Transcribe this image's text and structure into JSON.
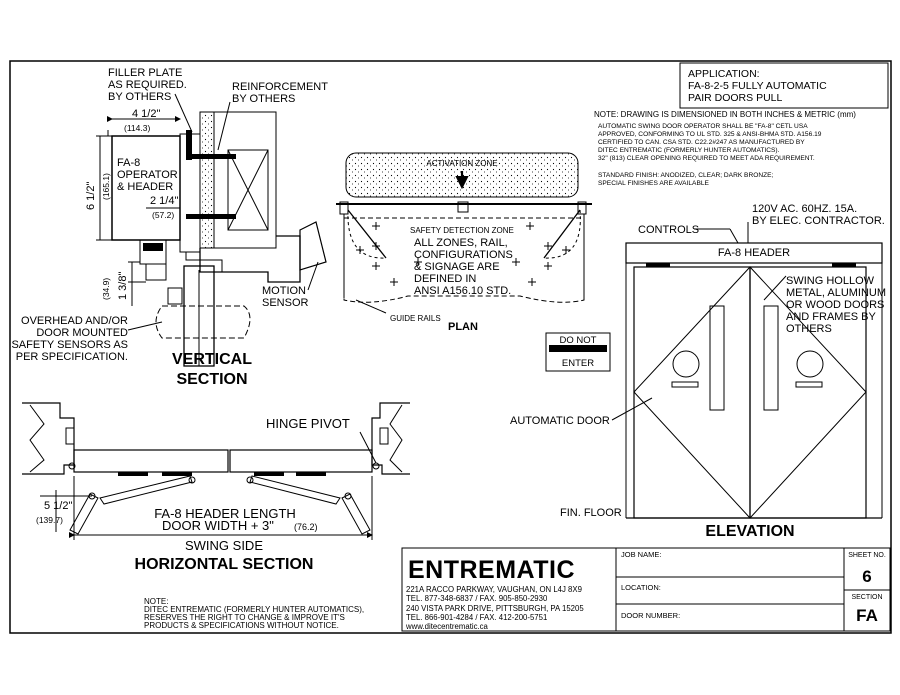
{
  "application": {
    "label": "APPLICATION:",
    "line1": "FA-8-2-5 FULLY AUTOMATIC",
    "line2": "PAIR DOORS PULL"
  },
  "notes": [
    "NOTE: DRAWING IS DIMENSIONED IN BOTH INCHES & METRIC (mm)",
    "AUTOMATIC SWING DOOR OPERATOR SHALL BE \"FA-8\" CETL USA",
    "APPROVED, CONFORMING TO UL STD. 325 & ANSI-BHMA STD. A156.19",
    "CERTIFIED TO CAN. CSA STD. C22.2#247 AS MANUFACTURED BY",
    "DITEC ENTREMATIC (FORMERLY HUNTER AUTOMATICS).",
    "32\" (813) CLEAR OPENING REQUIRED TO MEET ADA REQUIREMENT.",
    "STANDARD FINISH:  ANODIZED,  CLEAR; DARK BRONZE;",
    "SPECIAL FINISHES ARE AVAILABLE"
  ],
  "vertical_section": {
    "title1": "VERTICAL",
    "title2": "SECTION",
    "filler1": "FILLER PLATE",
    "filler2": "AS REQUIRED.",
    "filler3": "BY OTHERS",
    "reinf1": "REINFORCEMENT",
    "reinf2": "BY OTHERS",
    "dim_width": "4 1/2\"",
    "dim_width_mm": "(114.3)",
    "op1": "FA-8",
    "op2": "OPERATOR",
    "op3": "& HEADER",
    "dim_h": "6 1/2\"",
    "dim_h_mm": "(165.1)",
    "dim_arm": "2 1/4\"",
    "dim_arm_mm": "(57.2)",
    "dim_low": "1 3/8\"",
    "dim_low_mm": "(34.9)",
    "sens1": "OVERHEAD AND/OR",
    "sens2": "DOOR MOUNTED",
    "sens3": "SAFETY SENSORS AS",
    "sens4": "PER SPECIFICATION.",
    "motion1": "MOTION",
    "motion2": "SENSOR"
  },
  "plan": {
    "activation": "ACTIVATION ZONE",
    "safety": "SAFETY DETECTION ZONE",
    "zones1": "ALL ZONES, RAIL,",
    "zones2": "CONFIGURATIONS",
    "zones3": "& SIGNAGE ARE",
    "zones4": "DEFINED IN",
    "zones5": "ANSI A156.10 STD.",
    "guide": "GUIDE RAILS",
    "title": "PLAN"
  },
  "elevation": {
    "controls": "CONTROLS",
    "power1": "120V AC. 60HZ. 15A.",
    "power2": "BY ELEC. CONTRACTOR.",
    "header": "FA-8 HEADER",
    "swing1": "SWING HOLLOW",
    "swing2": "METAL, ALUMINUM",
    "swing3": "OR WOOD DOORS",
    "swing4": "AND FRAMES BY",
    "swing5": "OTHERS",
    "sign_top": "DO NOT",
    "sign_bottom": "ENTER",
    "auto_door": "AUTOMATIC DOOR",
    "floor": "FIN. FLOOR",
    "title": "ELEVATION"
  },
  "horizontal_section": {
    "hinge": "HINGE PIVOT",
    "dim": "5 1/2\"",
    "dim_mm": "(139.7)",
    "header1": "FA-8 HEADER LENGTH",
    "header2a": "DOOR WIDTH + 3\"",
    "header2b": "(76.2)",
    "swing_side": "SWING SIDE",
    "title": "HORIZONTAL SECTION"
  },
  "footnote": [
    "NOTE:",
    "DITEC ENTREMATIC (FORMERLY HUNTER AUTOMATICS),",
    "RESERVES THE RIGHT  TO CHANGE & IMPROVE IT'S",
    "PRODUCTS & SPECIFICATIONS WITHOUT NOTICE."
  ],
  "company": {
    "logo": "ENTREMATIC",
    "addr1": "221A RACCO PARKWAY, VAUGHAN, ON L4J 8X9",
    "tel1": "TEL. 877-348-6837 / FAX. 905-850-2930",
    "addr2": "240 VISTA PARK DRIVE, PITTSBURGH, PA 15205",
    "tel2": "TEL. 866-901-4284 / FAX. 412-200-5751",
    "web": "www.ditecentrematic.ca"
  },
  "title_block": {
    "job_name": "JOB NAME:",
    "location": "LOCATION:",
    "door_number": "DOOR NUMBER:",
    "sheet_label": "SHEET NO.",
    "sheet_value": "6",
    "section_label": "SECTION",
    "section_value": "FA"
  }
}
